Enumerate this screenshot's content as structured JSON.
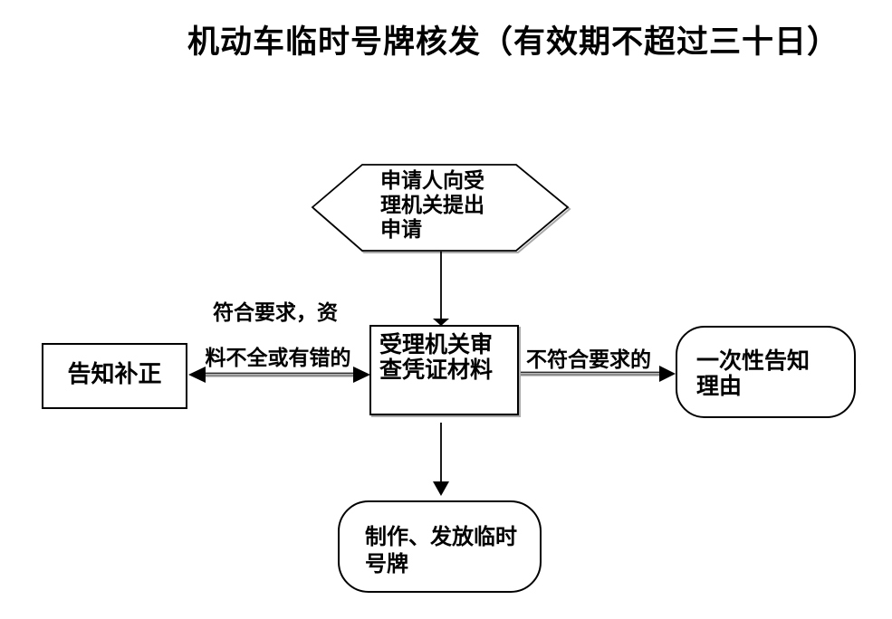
{
  "title": "机动车临时号牌核发（有效期不超过三十日）",
  "colors": {
    "background": "#ffffff",
    "shape_border": "#000000",
    "text": "#000000",
    "arrow_shaft_gray": "#7a7a7a",
    "arrow_head_black": "#000000",
    "shadow_gray": "#aaaaaa"
  },
  "nodes": {
    "start_hexagon": {
      "shape": "hexagon",
      "lines": [
        "申请人向受",
        "理机关提出",
        "申请"
      ]
    },
    "review_box": {
      "shape": "rectangle",
      "lines": [
        "受理机关审",
        "查凭证材料"
      ]
    },
    "correction_box": {
      "shape": "rectangle",
      "label": "告知补正"
    },
    "reason_stadium": {
      "shape": "rounded-rectangle",
      "lines": [
        "一次性告知",
        "理由"
      ]
    },
    "issue_stadium": {
      "shape": "rounded-rectangle",
      "lines": [
        "制作、发放临时",
        "号牌"
      ]
    }
  },
  "edges": {
    "left_label_line1": "符合要求，资",
    "left_label_line2": "料不全或有错的",
    "right_label": "不符合要求的"
  }
}
